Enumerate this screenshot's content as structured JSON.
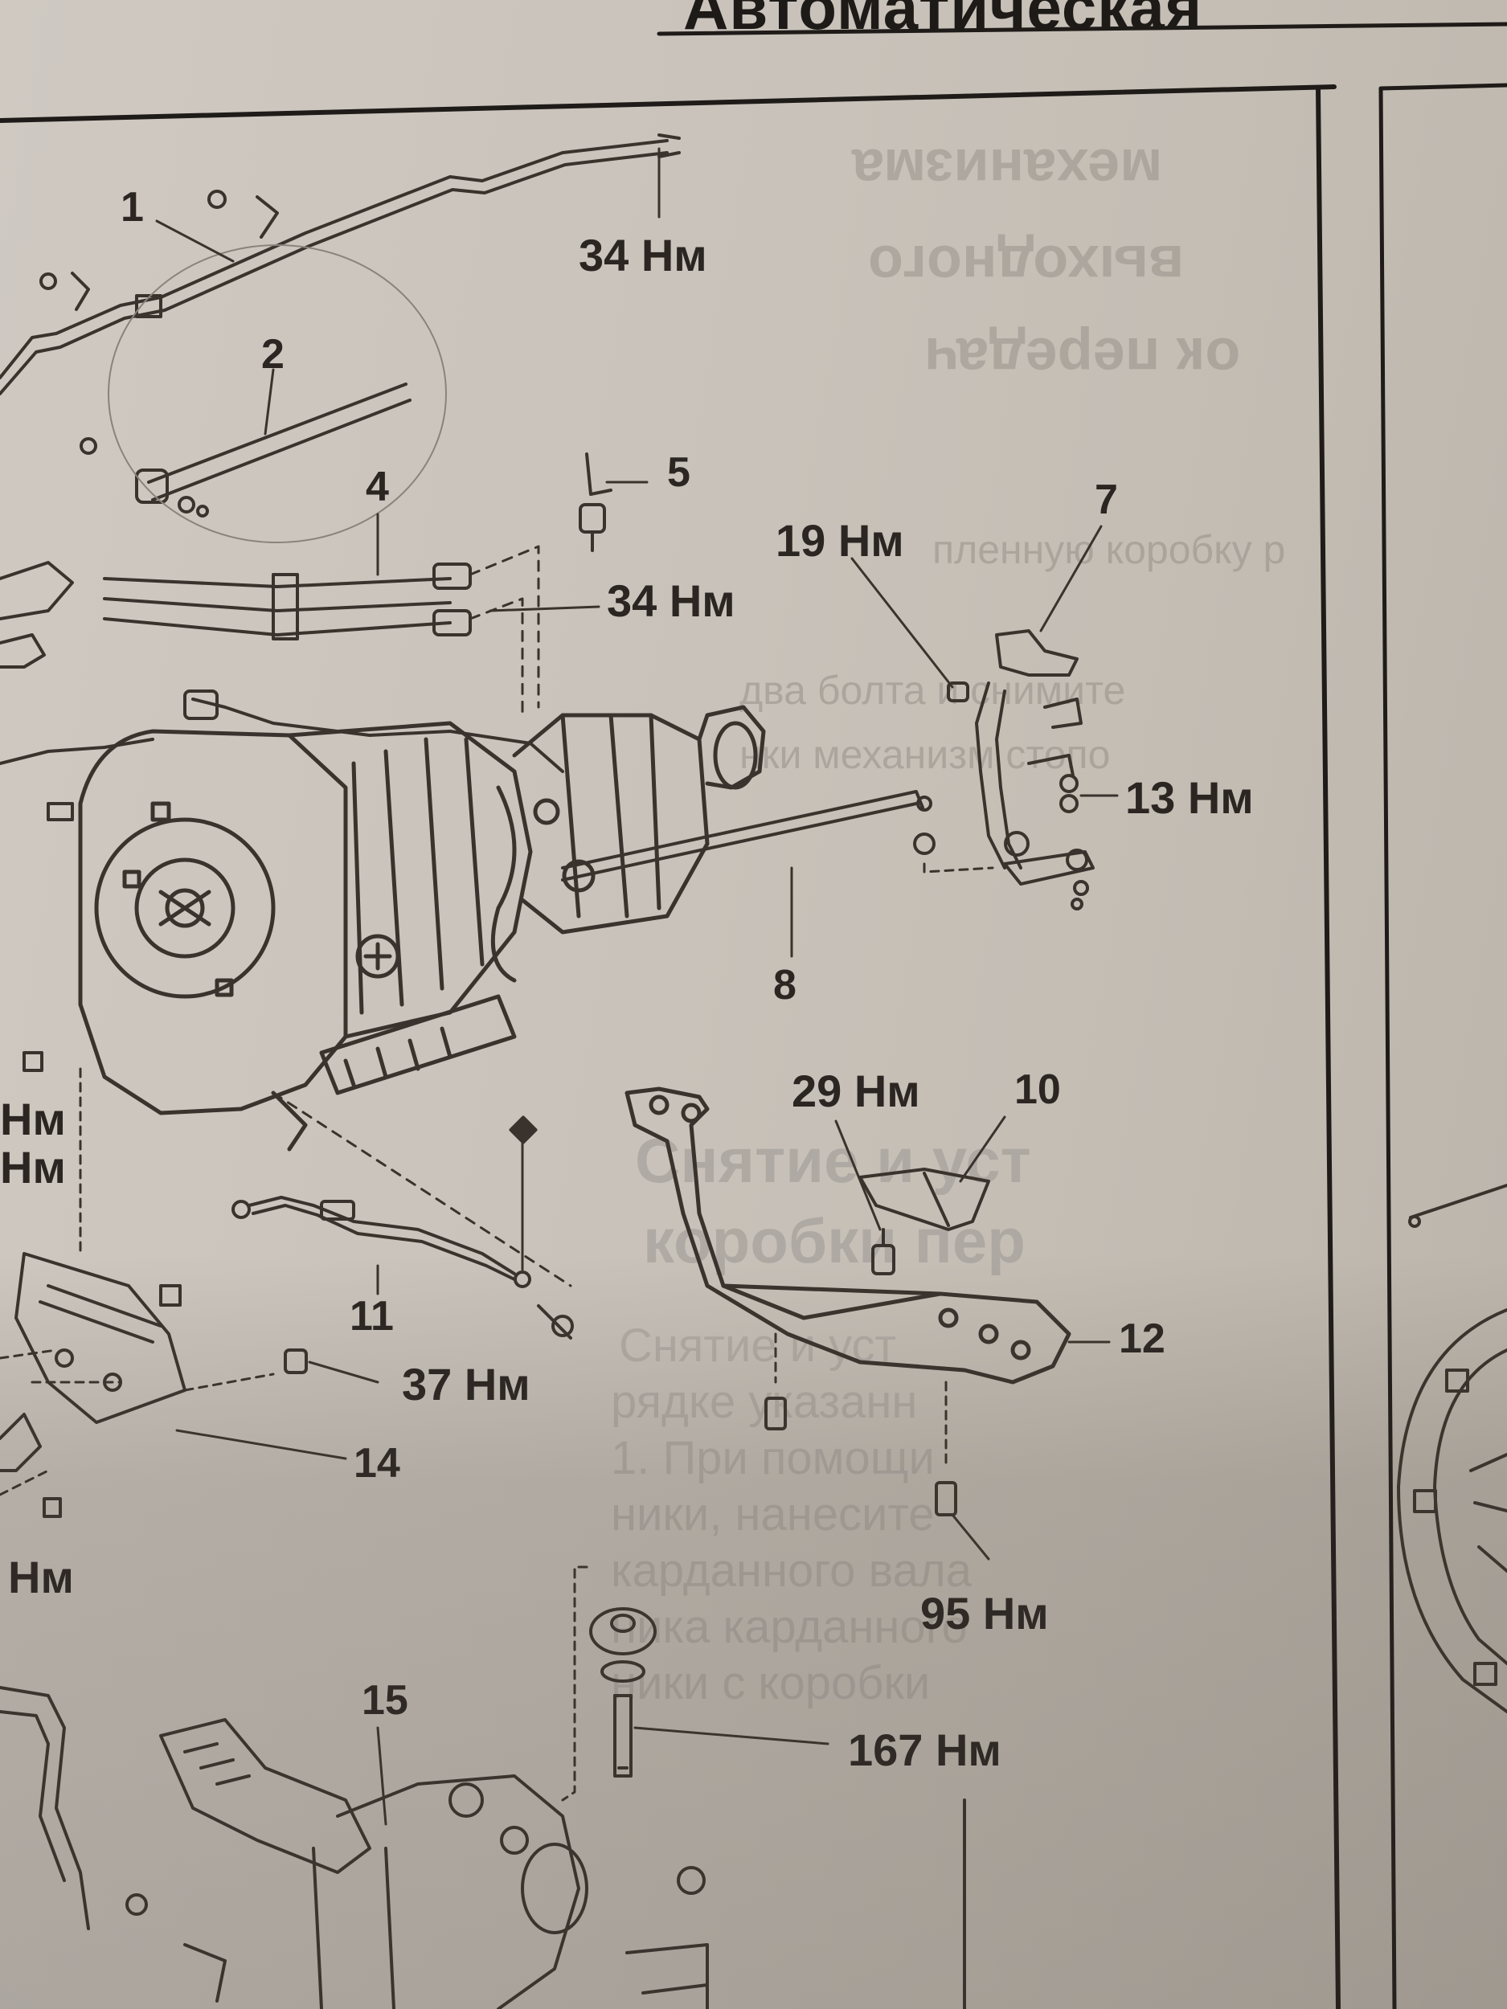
{
  "header": {
    "title": "Автоматическая"
  },
  "mirrored_text": [
    "механизма",
    "выходного",
    "ок передач"
  ],
  "bleed_text": [
    "пленную коробку р",
    "два болта и снимите",
    "нки механизм стопо"
  ],
  "side_text": {
    "heading": [
      "Снятие и уст",
      "коробки пер"
    ],
    "body": [
      "Снятие и уст",
      "рядке указанн",
      "1. При помощи",
      "ники, нанесите",
      "карданного вала",
      "ника карданного",
      "ники с коробки"
    ]
  },
  "callouts": {
    "c1": "1",
    "c2": "2",
    "c4": "4",
    "c5": "5",
    "c7": "7",
    "c8": "8",
    "c10": "10",
    "c11": "11",
    "c12": "12",
    "c14": "14",
    "c15": "15"
  },
  "torques": {
    "t34a": "34 Нм",
    "t34b": "34 Нм",
    "t19": "19 Нм",
    "t13": "13 Нм",
    "t29": "29 Нм",
    "t37": "37 Нм",
    "t95": "95 Нм",
    "t167": "167 Нм",
    "tL1": "Нм",
    "tL2": "Нм",
    "tL3": "Нм"
  },
  "colors": {
    "ink": "#3a332d",
    "paper": "#cbc5bd",
    "frame": "#1f1b18"
  }
}
